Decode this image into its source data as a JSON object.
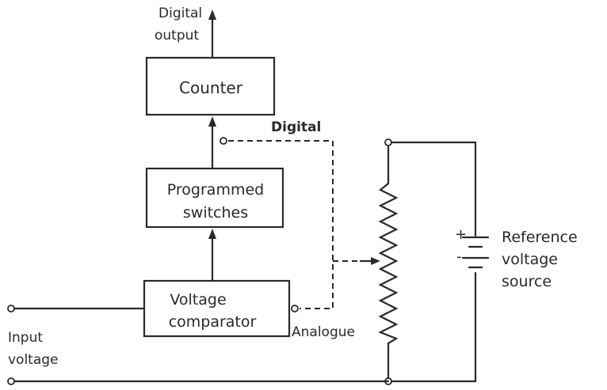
{
  "blocks": {
    "counter": "Counter",
    "switches_line1": "Programmed",
    "switches_line2": "switches",
    "comparator_line1": "Voltage",
    "comparator_line2": "comparator"
  },
  "labels": {
    "digital_output_line1": "Digital",
    "digital_output_line2": "output",
    "digital": "Digital",
    "analogue": "Analogue",
    "input_line1": "Input",
    "input_line2": "voltage",
    "reference_line1": "Reference",
    "reference_line2": "voltage",
    "reference_line3": "source",
    "battery_plus": "+",
    "battery_minus": "-"
  },
  "colors": {
    "ink": "#2a2a2a",
    "background": "#ffffff"
  }
}
